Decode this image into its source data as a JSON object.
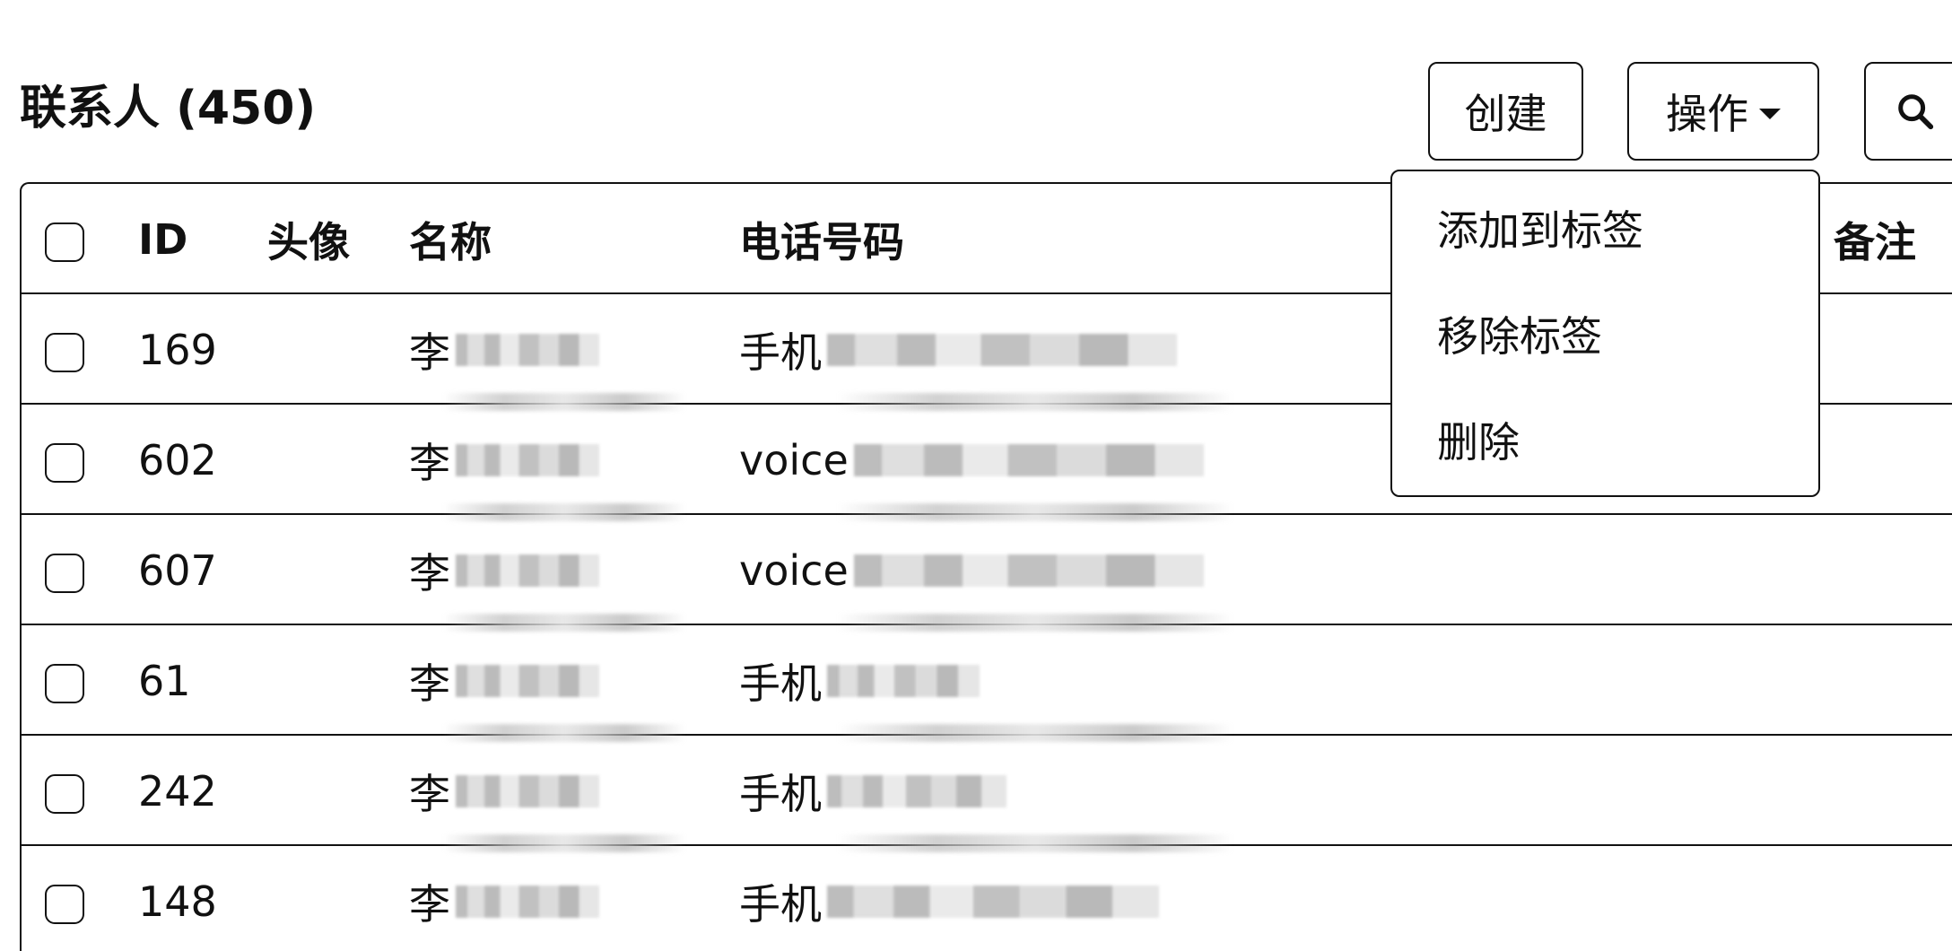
{
  "header": {
    "title": "联系人 (450)",
    "create_label": "创建",
    "actions_label": "操作",
    "search_icon": "search-icon"
  },
  "table": {
    "columns": {
      "id": "ID",
      "avatar": "头像",
      "name": "名称",
      "phone": "电话号码",
      "note": "备注"
    },
    "rows": [
      {
        "id": "169",
        "name_prefix": "李",
        "phone_type": "手机"
      },
      {
        "id": "602",
        "name_prefix": "李",
        "phone_type": "voice"
      },
      {
        "id": "607",
        "name_prefix": "李",
        "phone_type": "voice"
      },
      {
        "id": "61",
        "name_prefix": "李",
        "phone_type": "手机"
      },
      {
        "id": "242",
        "name_prefix": "李",
        "phone_type": "手机"
      },
      {
        "id": "148",
        "name_prefix": "李",
        "phone_type": "手机"
      }
    ]
  },
  "actions_menu": {
    "items": [
      "添加到标签",
      "移除标签",
      "删除"
    ]
  }
}
